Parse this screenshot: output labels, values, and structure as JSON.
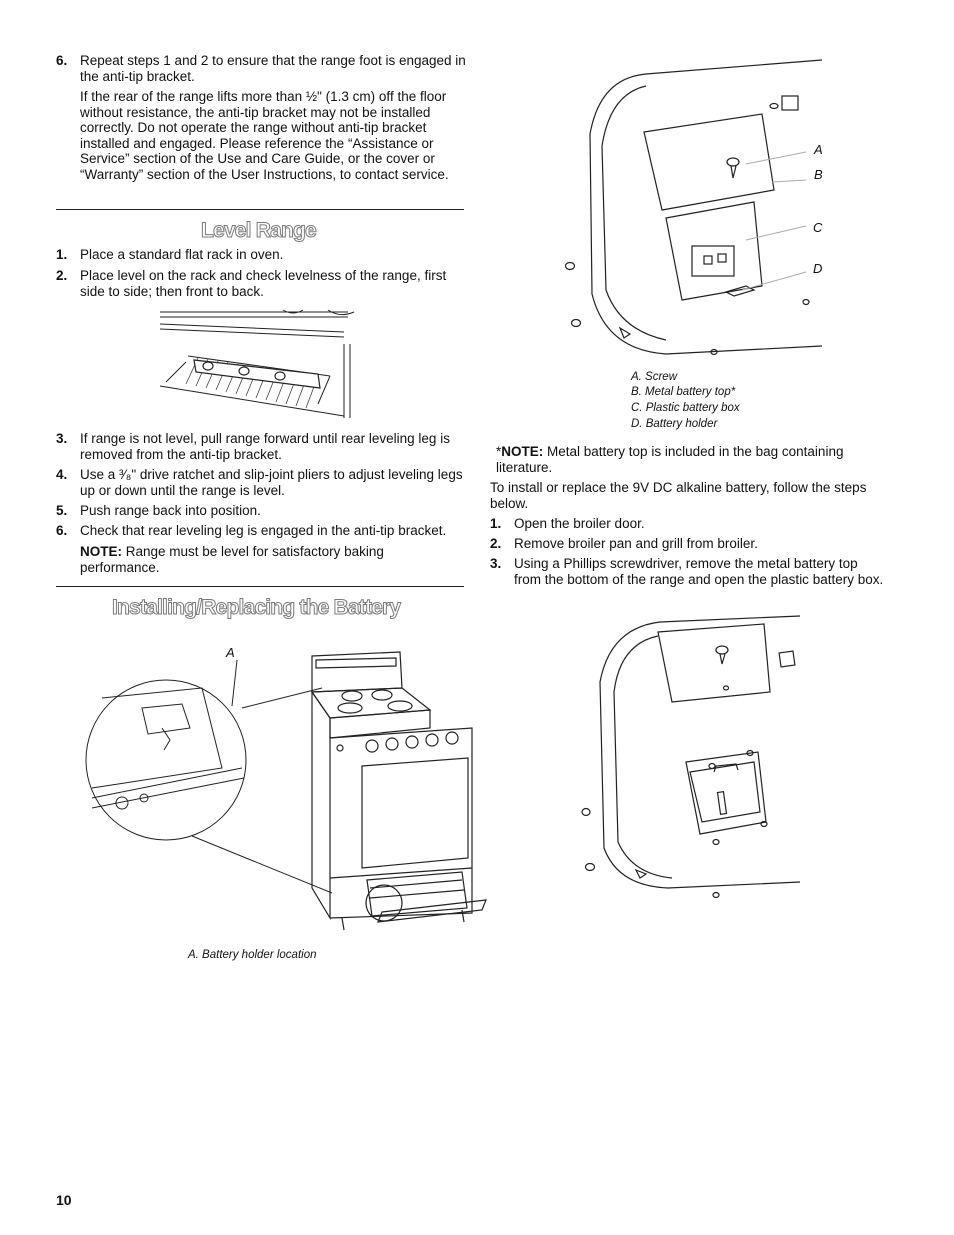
{
  "left": {
    "step6a": {
      "num": "6.",
      "text": "Repeat steps 1 and 2 to ensure that the range foot is engaged in the anti-tip bracket."
    },
    "step6a_para": "If the rear of the range lifts more than ½\" (1.3 cm) off the floor without resistance, the anti-tip bracket may not be installed correctly. Do not operate the range without anti-tip bracket installed and engaged. Please reference the “Assistance or Service” section of the Use and Care Guide, or the cover or “Warranty” section of the User Instructions, to contact service.",
    "level_heading": "Level Range",
    "level_steps": [
      {
        "num": "1.",
        "text": "Place a standard flat rack in oven."
      },
      {
        "num": "2.",
        "text": "Place level on the rack and check levelness of the range, first side to side; then front to back."
      },
      {
        "num": "3.",
        "text": "If range is not level, pull range forward until rear leveling leg is removed from the anti-tip bracket."
      },
      {
        "num": "4.",
        "text": "Use a ³⁄₈\" drive ratchet and slip-joint pliers to adjust leveling legs up or down until the range is level."
      },
      {
        "num": "5.",
        "text": "Push range back into position."
      },
      {
        "num": "6.",
        "text": "Check that rear leveling leg is engaged in the anti-tip bracket."
      }
    ],
    "level_note_label": "NOTE:",
    "level_note_text": " Range must be level for satisfactory baking performance.",
    "battery_heading": "Installing/Replacing the Battery",
    "battery_fig_label": "A",
    "battery_fig_caption": "A. Battery holder location"
  },
  "right": {
    "fig_labels": [
      "A",
      "B",
      "C",
      "D"
    ],
    "fig_captions": [
      "A. Screw",
      "B. Metal battery top*",
      "C. Plastic battery box",
      "D. Battery holder"
    ],
    "note_prefix": "*",
    "note_label": "NOTE:",
    "note_text": " Metal battery top is included in the bag containing literature.",
    "intro": "To install or replace the 9V DC alkaline battery, follow the steps below.",
    "steps": [
      {
        "num": "1.",
        "text": "Open the broiler door."
      },
      {
        "num": "2.",
        "text": "Remove broiler pan and grill from broiler."
      },
      {
        "num": "3.",
        "text": "Using a Phillips screwdriver, remove the metal battery top from the bottom of the range and open the plastic battery box."
      }
    ]
  },
  "page_number": "10"
}
